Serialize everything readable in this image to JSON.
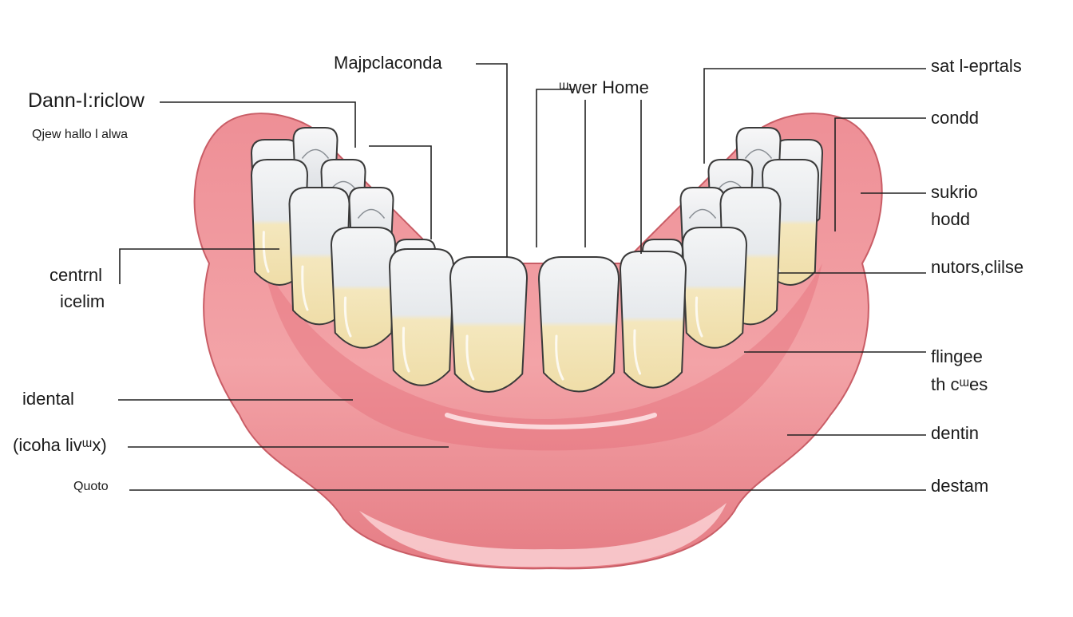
{
  "colors": {
    "gum": "#e9828a",
    "gum_light": "#f2a7ab",
    "gum_dark": "#d9646e",
    "enamel": "#eef0f2",
    "root": "#f1e2b2",
    "outline": "#3a3a3a",
    "leader": "#222222",
    "background": "#ffffff"
  },
  "labels": {
    "top_center": "Majpclaconda",
    "top_mid": "ᵚwer Home",
    "top_right": "sat l-eprtals",
    "left_title": "Dann-I:riclow",
    "left_subtitle": "Qjew hallo l alwa",
    "left_2_line1": "centrnl",
    "left_2_line2": "icelim",
    "left_3": "idental",
    "left_4": "(icoha livᵚx)",
    "left_5": "Quoto",
    "right_1": "condd",
    "right_2_line1": "sukrio",
    "right_2_line2": "hodd",
    "right_3": "nutors,clilse",
    "right_4_line1": "flingee",
    "right_4_line2": "th cᵚes",
    "right_5": "dentin",
    "right_6": "destam"
  }
}
